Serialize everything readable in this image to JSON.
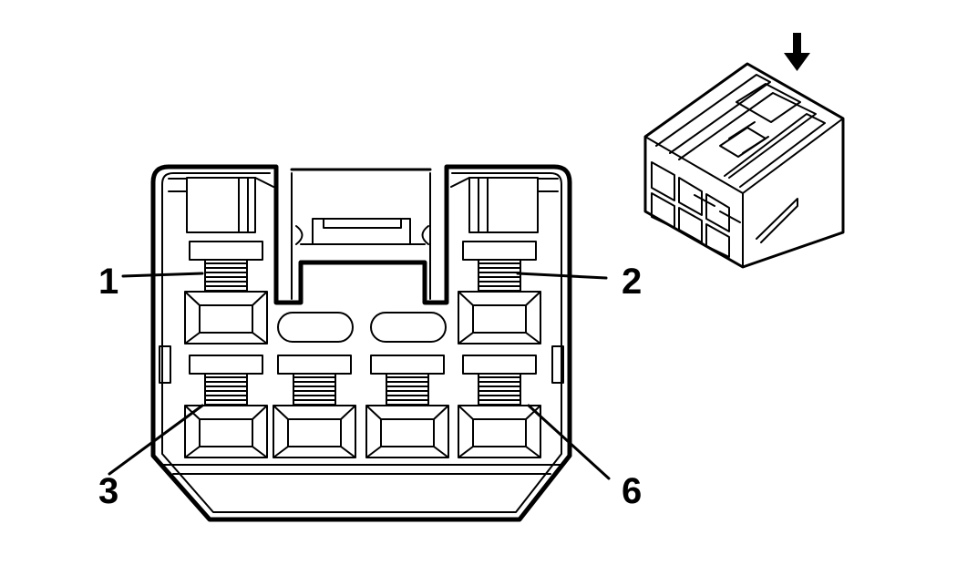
{
  "pin_labels": {
    "pin1": "1",
    "pin2": "2",
    "pin3": "3",
    "pin6": "6"
  },
  "icons": {
    "direction_arrow": "arrow-down-icon",
    "connector_view": "connector-isometric-icon"
  },
  "colors": {
    "line": "#000000",
    "background": "#ffffff"
  }
}
